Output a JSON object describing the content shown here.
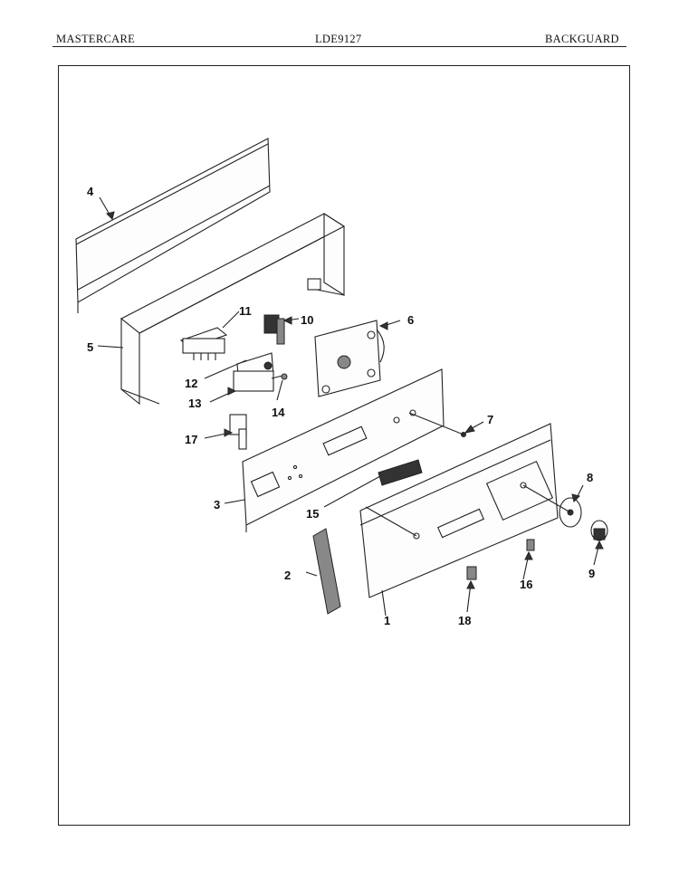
{
  "header": {
    "brand": "MASTERCARE",
    "model": "LDE9127",
    "section": "BACKGUARD"
  },
  "parts": {
    "p1": "1",
    "p2": "2",
    "p3": "3",
    "p4": "4",
    "p5": "5",
    "p6": "6",
    "p7": "7",
    "p8": "8",
    "p9": "9",
    "p10": "10",
    "p11": "11",
    "p12": "12",
    "p13": "13",
    "p14": "14",
    "p15": "15",
    "p16": "16",
    "p17": "17",
    "p18": "18"
  }
}
